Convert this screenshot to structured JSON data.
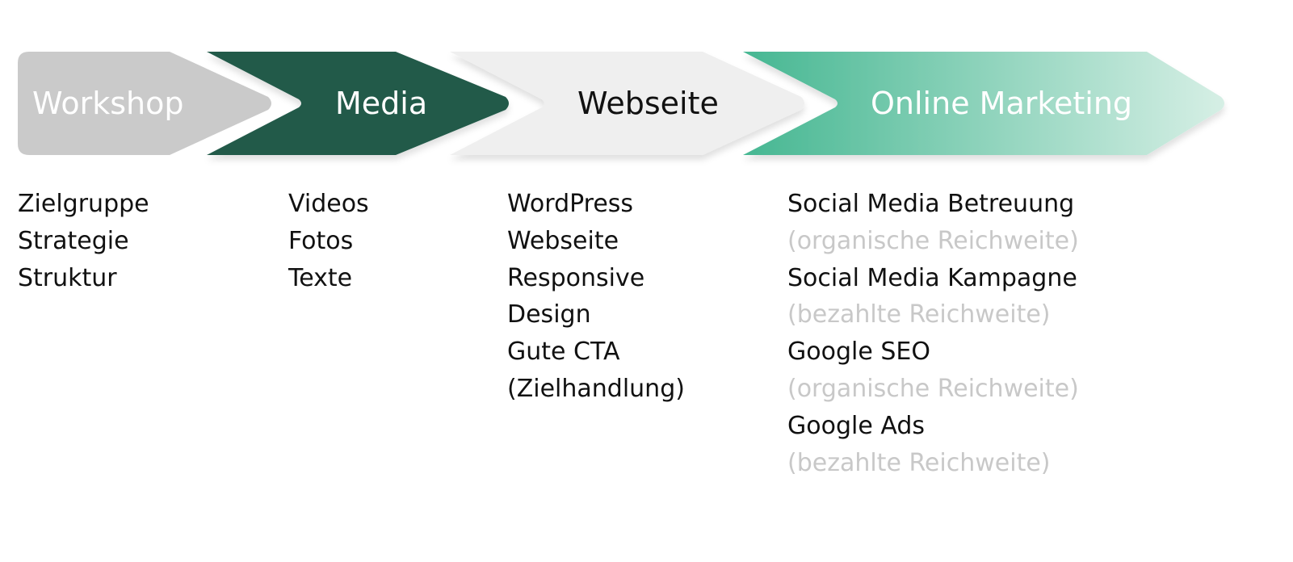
{
  "steps": [
    {
      "label": "Workshop",
      "color": "#cacaca",
      "text_color": "#ffffff",
      "items": [
        "Zielgruppe",
        "Strategie",
        "Struktur"
      ]
    },
    {
      "label": "Media",
      "color": "#215a4a",
      "text_color": "#ffffff",
      "items": [
        "Videos",
        "Fotos",
        "Texte"
      ]
    },
    {
      "label": "Webseite",
      "color": "#efefef",
      "text_color": "#111111",
      "items": [
        "WordPress",
        "Webseite",
        "Responsive",
        "Design",
        "Gute CTA",
        "(Zielhandlung)"
      ]
    },
    {
      "label": "Online Marketing",
      "color": "#46b792",
      "color_end": "#d6efe5",
      "text_color": "#ffffff",
      "items": [
        {
          "main": "Social Media Betreuung",
          "sub": "(organische Reichweite)"
        },
        {
          "main": "Social Media Kampagne",
          "sub": "(bezahlte Reichweite)"
        },
        {
          "main": "Google SEO",
          "sub": "(organische Reichweite)"
        },
        {
          "main": "Google Ads",
          "sub": "(bezahlte Reichweite)"
        }
      ]
    }
  ]
}
